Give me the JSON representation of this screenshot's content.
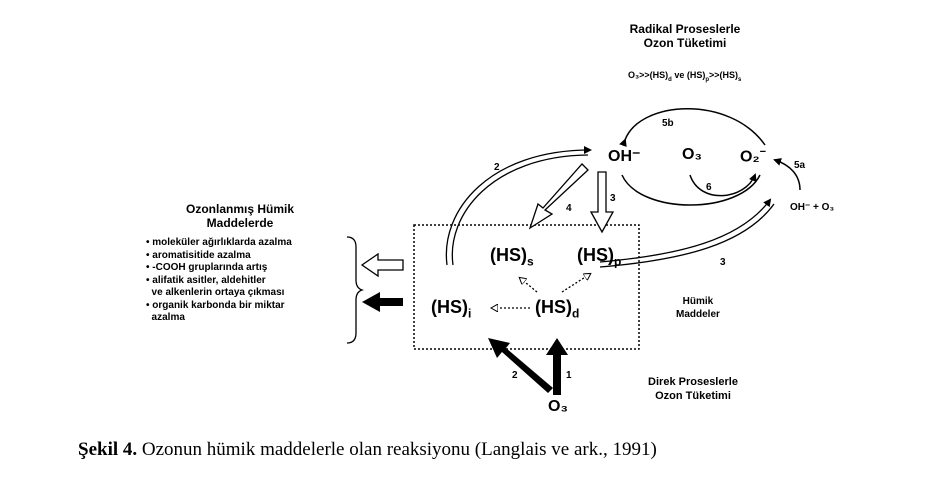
{
  "radical": {
    "title_line1": "Radikal Proseslerle",
    "title_line2": "Ozon Tüketimi",
    "condition_a": "O₃>>(HS)",
    "condition_a_sub": "d",
    "condition_b": " ve (HS)",
    "condition_b_sub": "p",
    "condition_c": ">>(HS)",
    "condition_c_sub": "s"
  },
  "species": {
    "oh_minus": "OH⁻",
    "o3": "O₃",
    "o2_minus": "O₂",
    "o2_minus_sup": "−",
    "oh_plus_o3": "OH⁻ + O₃",
    "hs_s": "(HS)",
    "hs_s_sub": "s",
    "hs_p": "(HS)",
    "hs_p_sub": "p",
    "hs_i": "(HS)",
    "hs_i_sub": "i",
    "hs_d": "(HS)",
    "hs_d_sub": "d",
    "o3_bottom": "O₃"
  },
  "labels": {
    "n5b": "5b",
    "n6": "6",
    "n5a": "5a",
    "n2_top": "2",
    "n3_top": "3",
    "n4": "4",
    "n3_right": "3",
    "n2_bottom": "2",
    "n1": "1"
  },
  "ozonated": {
    "title_line1": "Ozonlanmış Hümik",
    "title_line2": "Maddelerde",
    "items": [
      "• moleküler ağırlıklarda azalma",
      "• aromatisitide azalma",
      "• -COOH gruplarında artış",
      "• alifatik asitler, aldehitler",
      "  ve alkenlerin ortaya çıkması",
      "• organik karbonda bir miktar",
      "  azalma"
    ]
  },
  "humic_box_label": {
    "line1": "Hümik",
    "line2": "Maddeler"
  },
  "direct": {
    "line1": "Direk Proseslerle",
    "line2": "Ozon Tüketimi"
  },
  "caption": {
    "bold": "Şekil 4.",
    "text": " Ozonun hümik maddelerle olan reaksiyonu (Langlais ve ark., 1991)"
  }
}
